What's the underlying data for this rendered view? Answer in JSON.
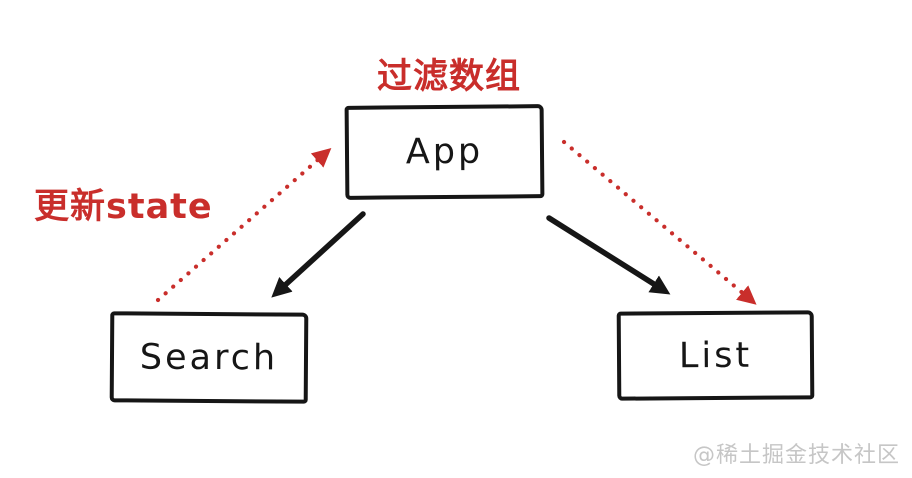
{
  "diagram": {
    "labels": {
      "filter_array": "过滤数组",
      "update_state": "更新state"
    },
    "nodes": {
      "app": {
        "label": "App"
      },
      "search": {
        "label": "Search"
      },
      "list": {
        "label": "List"
      }
    },
    "edges": [
      {
        "from": "Search",
        "to": "App",
        "style": "dotted",
        "color": "accent_red",
        "label": "更新state"
      },
      {
        "from": "App",
        "to": "Search",
        "style": "solid",
        "color": "line_black",
        "label": ""
      },
      {
        "from": "App",
        "to": "List",
        "style": "solid",
        "color": "line_black",
        "label": ""
      },
      {
        "from": "App",
        "to": "List",
        "style": "dotted",
        "color": "accent_red",
        "label": ""
      }
    ],
    "colors": {
      "accent_red": "#c92e2b",
      "line_black": "#161616",
      "watermark_gray": "#c6c6c6",
      "background": "#ffffff"
    }
  },
  "watermark": {
    "text": "@稀土掘金技术社区"
  }
}
